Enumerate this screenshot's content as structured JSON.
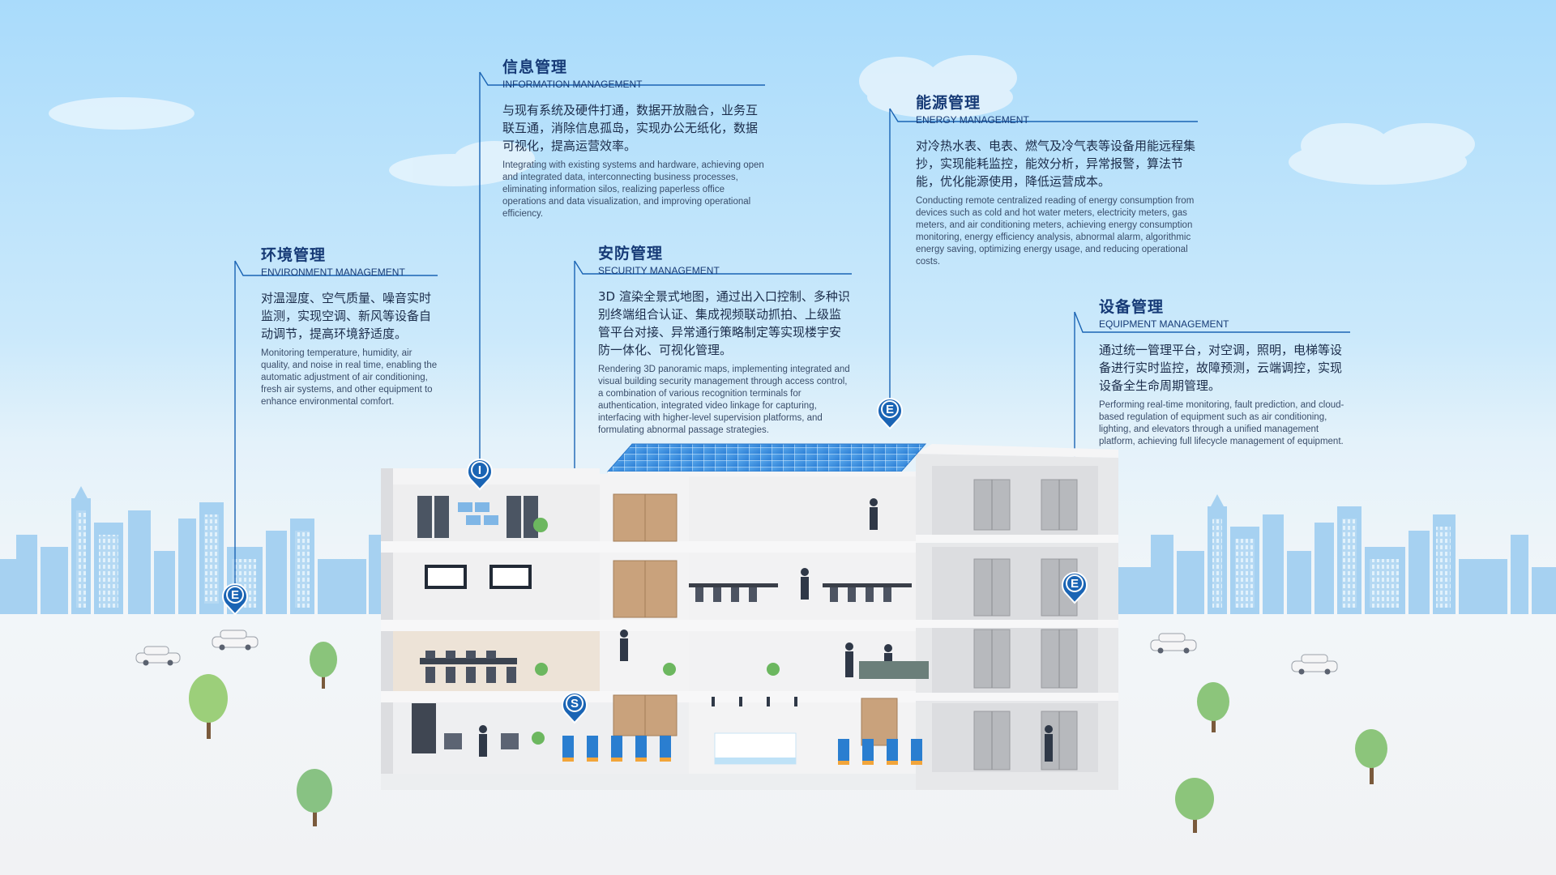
{
  "panels": {
    "environment": {
      "title_cn": "环境管理",
      "title_en": "ENVIRONMENT MANAGEMENT",
      "desc_cn": "对温湿度、空气质量、噪音实时监测，实现空调、新风等设备自动调节，提高环境舒适度。",
      "desc_en": "Monitoring temperature, humidity, air quality, and noise in real time, enabling the automatic adjustment of air conditioning, fresh air systems, and other equipment to enhance environmental comfort."
    },
    "information": {
      "title_cn": "信息管理",
      "title_en": "INFORMATION MANAGEMENT",
      "desc_cn": "与现有系统及硬件打通，数据开放融合，业务互联互通，消除信息孤岛，实现办公无纸化，数据可视化，提高运营效率。",
      "desc_en": "Integrating with existing systems and hardware, achieving open and integrated data, interconnecting business processes, eliminating information silos, realizing paperless office operations and data visualization, and improving operational efficiency."
    },
    "security": {
      "title_cn": "安防管理",
      "title_en": "SECURITY MANAGEMENT",
      "desc_cn": "3D 渲染全景式地图，通过出入口控制、多种识别终端组合认证、集成视频联动抓拍、上级监管平台对接、异常通行策略制定等实现楼宇安防一体化、可视化管理。",
      "desc_en": "Rendering 3D panoramic maps, implementing integrated and visual building security management through access control, a combination of various recognition terminals for authentication, integrated video linkage for capturing, interfacing with higher-level supervision platforms, and formulating abnormal passage strategies."
    },
    "energy": {
      "title_cn": "能源管理",
      "title_en": "ENERGY MANAGEMENT",
      "desc_cn": "对冷热水表、电表、燃气及冷气表等设备用能远程集抄，实现能耗监控，能效分析，异常报警，算法节能，优化能源使用，降低运营成本。",
      "desc_en": "Conducting remote centralized reading of energy consumption from devices such as cold and hot water meters, electricity meters, gas meters, and air conditioning meters, achieving energy consumption monitoring, energy efficiency analysis, abnormal alarm, algorithmic energy saving, optimizing energy usage, and reducing operational costs."
    },
    "equipment": {
      "title_cn": "设备管理",
      "title_en": "EQUIPMENT MANAGEMENT",
      "desc_cn": "通过统一管理平台，对空调，照明，电梯等设备进行实时监控，故障预测，云端调控，实现设备全生命周期管理。",
      "desc_en": "Performing real-time monitoring, fault prediction, and cloud-based regulation of equipment such as air conditioning, lighting, and elevators through a unified management platform, achieving full lifecycle management of equipment."
    }
  },
  "pins": {
    "environment": "E",
    "information": "I",
    "security": "S",
    "energy": "E",
    "equipment": "E"
  },
  "colors": {
    "accent": "#1a64b4",
    "title": "#163a76",
    "sky_top": "#a9dbfb",
    "skyline": "#9fcdef",
    "ground": "#f3f5f7",
    "building_wall": "#e8e9eb",
    "solar_panel": "#3a8fe0",
    "tree": "#7cc27a"
  },
  "icons": [
    "location-pin-icon",
    "solar-panel",
    "elevator-door",
    "turnstile-gate",
    "tree",
    "car"
  ]
}
